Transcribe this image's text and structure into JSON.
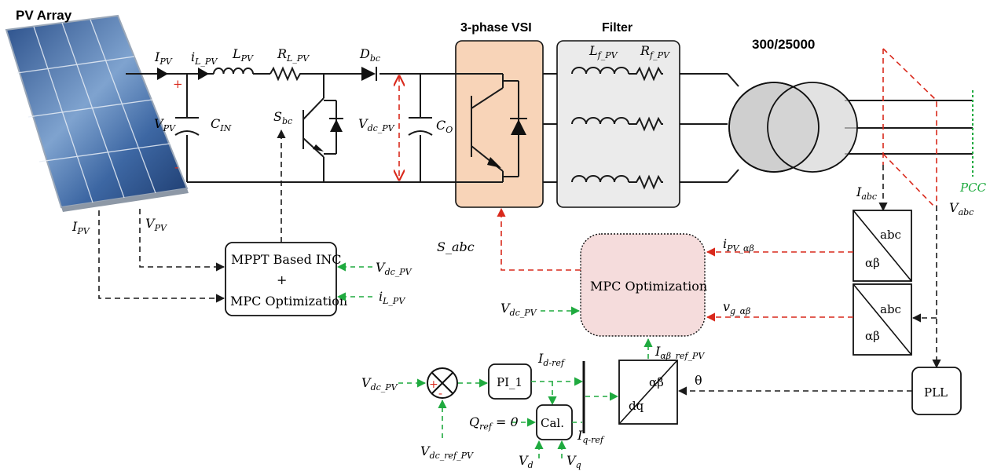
{
  "labels": {
    "pv_array": "PV Array",
    "vsi": "3-phase VSI",
    "filter": "Filter",
    "xfmr": "300/25000",
    "pcc": "PCC",
    "mppt_line1": "MPPT Based INC",
    "mppt_plus": "+",
    "mppt_line2": "MPC Optimization",
    "mpc": "MPC Optimization",
    "abc1": "abc",
    "ab1": "αβ",
    "abc2": "abc",
    "ab2": "αβ",
    "pll": "PLL",
    "pi": "PI_1",
    "cal": "Cal.",
    "dq_ab": "αβ",
    "dq": "dq",
    "theta": "θ",
    "plus": "+",
    "minus": "-",
    "q_ref": "Q",
    "q_ref_sub": "ref",
    "q_ref_eq": " = 0",
    "s_abc": "S_abc"
  },
  "sym": {
    "I": "I",
    "i": "i",
    "L": "L",
    "R": "R",
    "D": "D",
    "S": "S",
    "V": "V",
    "v": "v",
    "C": "C"
  },
  "sub": {
    "pv": "PV",
    "l_pv": "L_PV",
    "dc_pv": "dc_PV",
    "in": "IN",
    "bc": "bc",
    "o": "O",
    "lpv": "L_PV",
    "f_pv": "f_PV",
    "abc": "abc",
    "pv_ab": "PV_αβ",
    "g_ab": "g_αβ",
    "d_ref": "d-ref",
    "q_ref": "q-ref",
    "ab_ref_pv": "αβ_ref_PV",
    "dc_ref_pv": "dc_ref_PV",
    "d": "d",
    "q": "q"
  },
  "colors": {
    "wire": "#1a1a1a",
    "red": "#d9291c",
    "green": "#1faa3f",
    "vsi_fill": "#f8d4b8",
    "filter_fill": "#ebebeb",
    "mpc_fill": "#f5dcdc",
    "xfmr_fill": "#d0d0d0"
  },
  "icons": [
    "pv-panel-icon",
    "igbt-switch-icon",
    "diode-icon",
    "inductor-icon",
    "resistor-icon",
    "capacitor-icon",
    "transformer-icon",
    "summing-junction-icon"
  ]
}
